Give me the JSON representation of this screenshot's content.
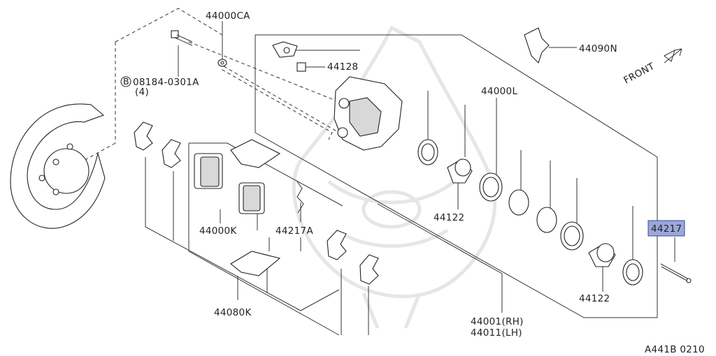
{
  "diagram": {
    "code": "A441B 0210",
    "front_label": "FRONT"
  },
  "callouts": {
    "p44000CA": "44000CA",
    "p08184": "08184-0301A",
    "p08184_qty": "(4)",
    "p08184_prefix": "B",
    "p44128": "44128",
    "p44090N": "44090N",
    "p44000L": "44000L",
    "p44122a": "44122",
    "p44122b": "44122",
    "p44000K": "44000K",
    "p44217A": "44217A",
    "p44217": "44217",
    "p44080K": "44080K",
    "p44001": "44001(RH)",
    "p44011": "44011(LH)"
  },
  "colors": {
    "highlight": "#9aa7d9",
    "ink": "#222222",
    "watermark": "#e6e6e6"
  }
}
